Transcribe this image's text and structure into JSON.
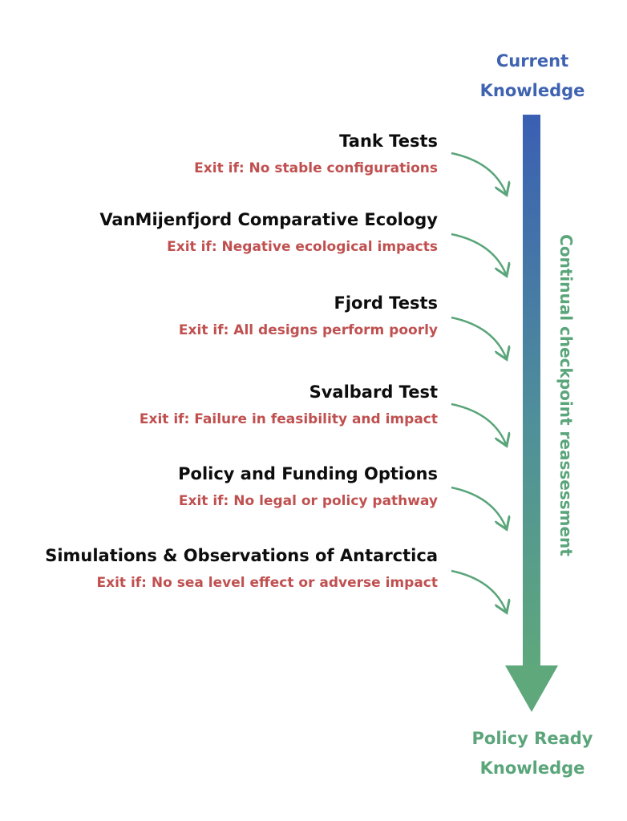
{
  "top_label": [
    "Current",
    "Knowledge"
  ],
  "bottom_label": [
    "Policy Ready",
    "Knowledge"
  ],
  "side_label": "Continual checkpoint reassessment",
  "stages": [
    {
      "title": "Tank Tests",
      "exit": "Exit if: No stable configurations"
    },
    {
      "title": "VanMijenfjord Comparative Ecology",
      "exit": "Exit if: Negative ecological impacts"
    },
    {
      "title": "Fjord Tests",
      "exit": "Exit if: All designs perform poorly"
    },
    {
      "title": "Svalbard Test",
      "exit": "Exit if: Failure in feasibility and impact"
    },
    {
      "title": "Policy and Funding Options",
      "exit": "Exit if: No legal or policy pathway"
    },
    {
      "title": "Simulations & Observations of Antarctica",
      "exit": "Exit if: No sea level effect or adverse impact"
    }
  ],
  "colors": {
    "top": "#3f63b0",
    "bottom": "#5aa57a",
    "exit": "#c05050",
    "curve": "#5aa57a"
  }
}
